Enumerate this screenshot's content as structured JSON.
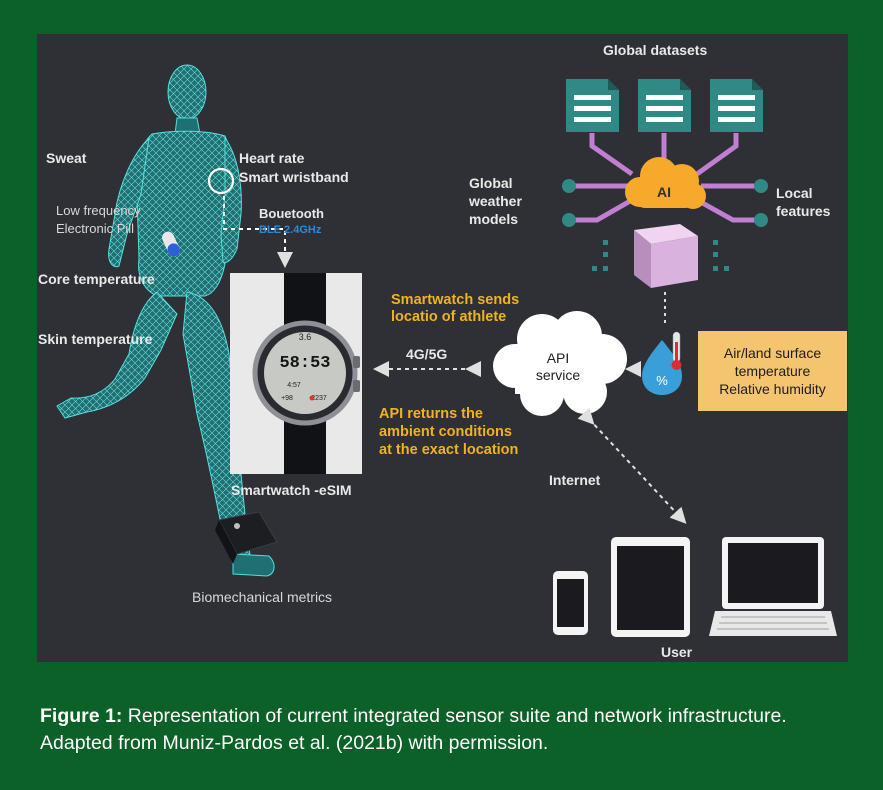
{
  "labels": {
    "sweat": "Sweat",
    "heart_rate": "Heart rate",
    "smart_wristband": "Smart wristband",
    "low_frequency": "Low frequency",
    "electronic_pill": "Electronic Pill",
    "bluetooth": "Bouetooth",
    "ble": "BLE 2.4GHz",
    "core_temperature": "Core temperature",
    "skin_temperature": "Skin temperature",
    "smartwatch_esim": "Smartwatch -eSIM",
    "biomechanical_metrics": "Biomechanical metrics",
    "global_datasets": "Global datasets",
    "ai": "AI",
    "global_weather_models": [
      "Global",
      "weather",
      "models"
    ],
    "local_features": [
      "Local",
      "features"
    ],
    "smartwatch_sends": [
      "Smartwatch sends",
      "locatio of athlete"
    ],
    "network": "4G/5G",
    "api_service": [
      "API",
      "service"
    ],
    "api_returns": [
      "API returns the",
      "ambient conditions",
      "at the exact location"
    ],
    "env_box": [
      "Air/land surface",
      "temperature",
      "Relative humidity"
    ],
    "internet": "Internet",
    "user": "User"
  },
  "watch": {
    "time": "58:53",
    "top_value": "3.6",
    "small_values": [
      "4:57",
      "+98",
      "2237"
    ]
  },
  "caption": {
    "label": "Figure 1:",
    "text": " Representation of current integrated sensor suite and network infrastructure. Adapted from Muniz-Pardos et al. (2021b) with permission."
  },
  "colors": {
    "page_green": "#0b6128",
    "panel": "#2e3036",
    "teal": "#2f8a85",
    "wire_cyan": "#3fd6d0",
    "yellow": "#f2b21e",
    "blue_label": "#2a8cd8",
    "cloud_orange": "#f6a92a",
    "cube_pink": "#d9b2dd",
    "env_box": "#f5c46f"
  }
}
